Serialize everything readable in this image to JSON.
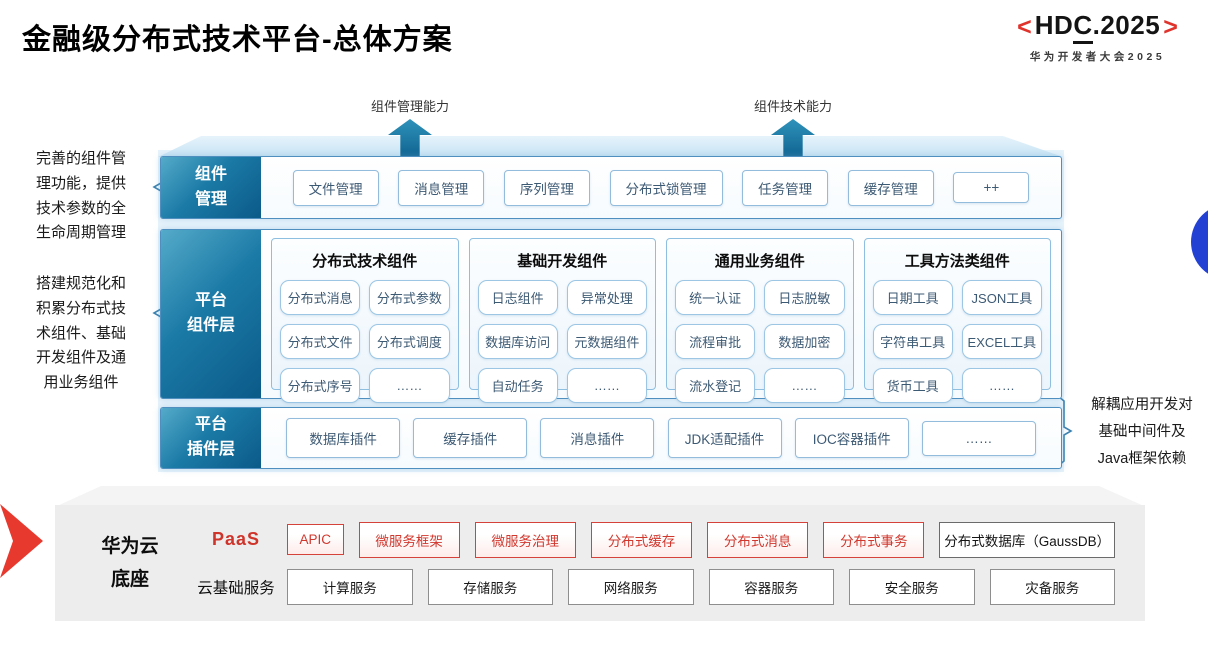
{
  "title": "金融级分布式技术平台-总体方案",
  "logo": {
    "open": "<",
    "hd": "HD",
    "c": "C",
    "rest": ".2025",
    "close": ">",
    "subtitle": "华为开发者大会2025"
  },
  "capability_arrows": [
    {
      "label": "组件管理能力"
    },
    {
      "label": "组件技术能力"
    }
  ],
  "notes": {
    "left_top": "完善的组件管\n理功能，提供\n技术参数的全\n生命周期管理",
    "left_bottom": "搭建规范化和\n积累分布式技\n术组件、基础\n开发组件及通\n用业务组件",
    "right": "解耦应用开发对\n基础中间件及\nJava框架依赖"
  },
  "rows": {
    "component_mgmt": {
      "label": "组件\n管理",
      "items": [
        "文件管理",
        "消息管理",
        "序列管理",
        "分布式锁管理",
        "任务管理",
        "缓存管理",
        "++"
      ]
    },
    "platform_components": {
      "label": "平台\n组件层",
      "columns": [
        {
          "header": "分布式技术组件",
          "items": [
            "分布式消息",
            "分布式参数",
            "分布式文件",
            "分布式调度",
            "分布式序号",
            "……"
          ]
        },
        {
          "header": "基础开发组件",
          "items": [
            "日志组件",
            "异常处理",
            "数据库访问",
            "元数据组件",
            "自动任务",
            "……"
          ]
        },
        {
          "header": "通用业务组件",
          "items": [
            "统一认证",
            "日志脱敏",
            "流程审批",
            "数据加密",
            "流水登记",
            "……"
          ]
        },
        {
          "header": "工具方法类组件",
          "items": [
            "日期工具",
            "JSON工具",
            "字符串工具",
            "EXCEL工具",
            "货币工具",
            "……"
          ]
        }
      ]
    },
    "platform_plugins": {
      "label": "平台\n插件层",
      "items": [
        "数据库插件",
        "缓存插件",
        "消息插件",
        "JDK适配插件",
        "IOC容器插件",
        "……"
      ]
    }
  },
  "foundation": {
    "label": "华为云\n底座",
    "paas": {
      "label": "PaaS",
      "items": [
        "APIC",
        "微服务框架",
        "微服务治理",
        "分布式缓存",
        "分布式消息",
        "分布式事务"
      ],
      "db_item": "分布式数据库（GaussDB）"
    },
    "cloud_base": {
      "label": "云基础服务",
      "items": [
        "计算服务",
        "存储服务",
        "网络服务",
        "容器服务",
        "安全服务",
        "灾备服务"
      ]
    }
  },
  "colors": {
    "accent_teal": "#1578a5",
    "accent_red": "#e8392e",
    "paas_red": "#d0382e",
    "circle_blue": "#2342d3",
    "chip_border": "#93bcdc"
  }
}
